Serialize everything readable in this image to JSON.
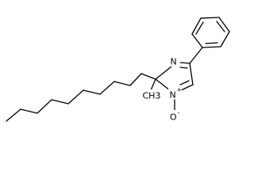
{
  "structure": {
    "atoms": {
      "ring_nitrogen": "N",
      "oxide_nitrogen": "N",
      "oxide_nitrogen_charge": "+",
      "oxygen": "O",
      "oxygen_charge": "-",
      "methyl": "CH3"
    },
    "colors": {
      "bond": "#000000",
      "background": "#ffffff"
    }
  }
}
